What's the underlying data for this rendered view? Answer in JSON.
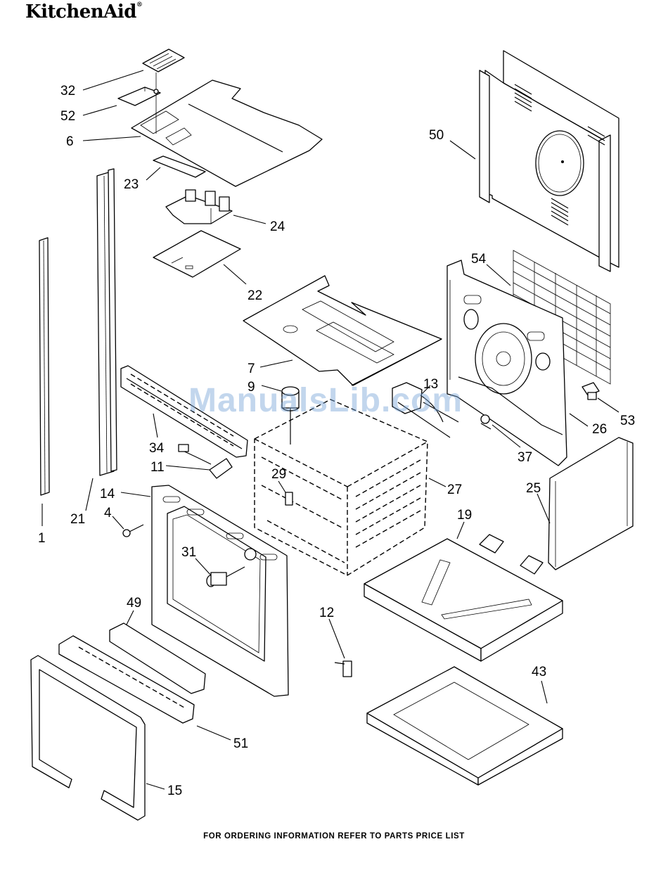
{
  "brand": {
    "name": "KitchenAid",
    "mark": "®"
  },
  "watermark": "ManualsLib.com",
  "footer": "FOR ORDERING INFORMATION REFER TO PARTS PRICE LIST",
  "callouts": [
    {
      "id": "c32",
      "label": "32"
    },
    {
      "id": "c52",
      "label": "52"
    },
    {
      "id": "c6",
      "label": "6"
    },
    {
      "id": "c23",
      "label": "23"
    },
    {
      "id": "c24",
      "label": "24"
    },
    {
      "id": "c22",
      "label": "22"
    },
    {
      "id": "c50",
      "label": "50"
    },
    {
      "id": "c54",
      "label": "54"
    },
    {
      "id": "c7",
      "label": "7"
    },
    {
      "id": "c9",
      "label": "9"
    },
    {
      "id": "c13",
      "label": "13"
    },
    {
      "id": "c53",
      "label": "53"
    },
    {
      "id": "c26",
      "label": "26"
    },
    {
      "id": "c37",
      "label": "37"
    },
    {
      "id": "c34",
      "label": "34"
    },
    {
      "id": "c11",
      "label": "11"
    },
    {
      "id": "c29",
      "label": "29"
    },
    {
      "id": "c27",
      "label": "27"
    },
    {
      "id": "c25",
      "label": "25"
    },
    {
      "id": "c14",
      "label": "14"
    },
    {
      "id": "c21",
      "label": "21"
    },
    {
      "id": "c4",
      "label": "4"
    },
    {
      "id": "c1",
      "label": "1"
    },
    {
      "id": "c19",
      "label": "19"
    },
    {
      "id": "c31",
      "label": "31"
    },
    {
      "id": "c49",
      "label": "49"
    },
    {
      "id": "c12",
      "label": "12"
    },
    {
      "id": "c43",
      "label": "43"
    },
    {
      "id": "c51",
      "label": "51"
    },
    {
      "id": "c15",
      "label": "15"
    }
  ]
}
